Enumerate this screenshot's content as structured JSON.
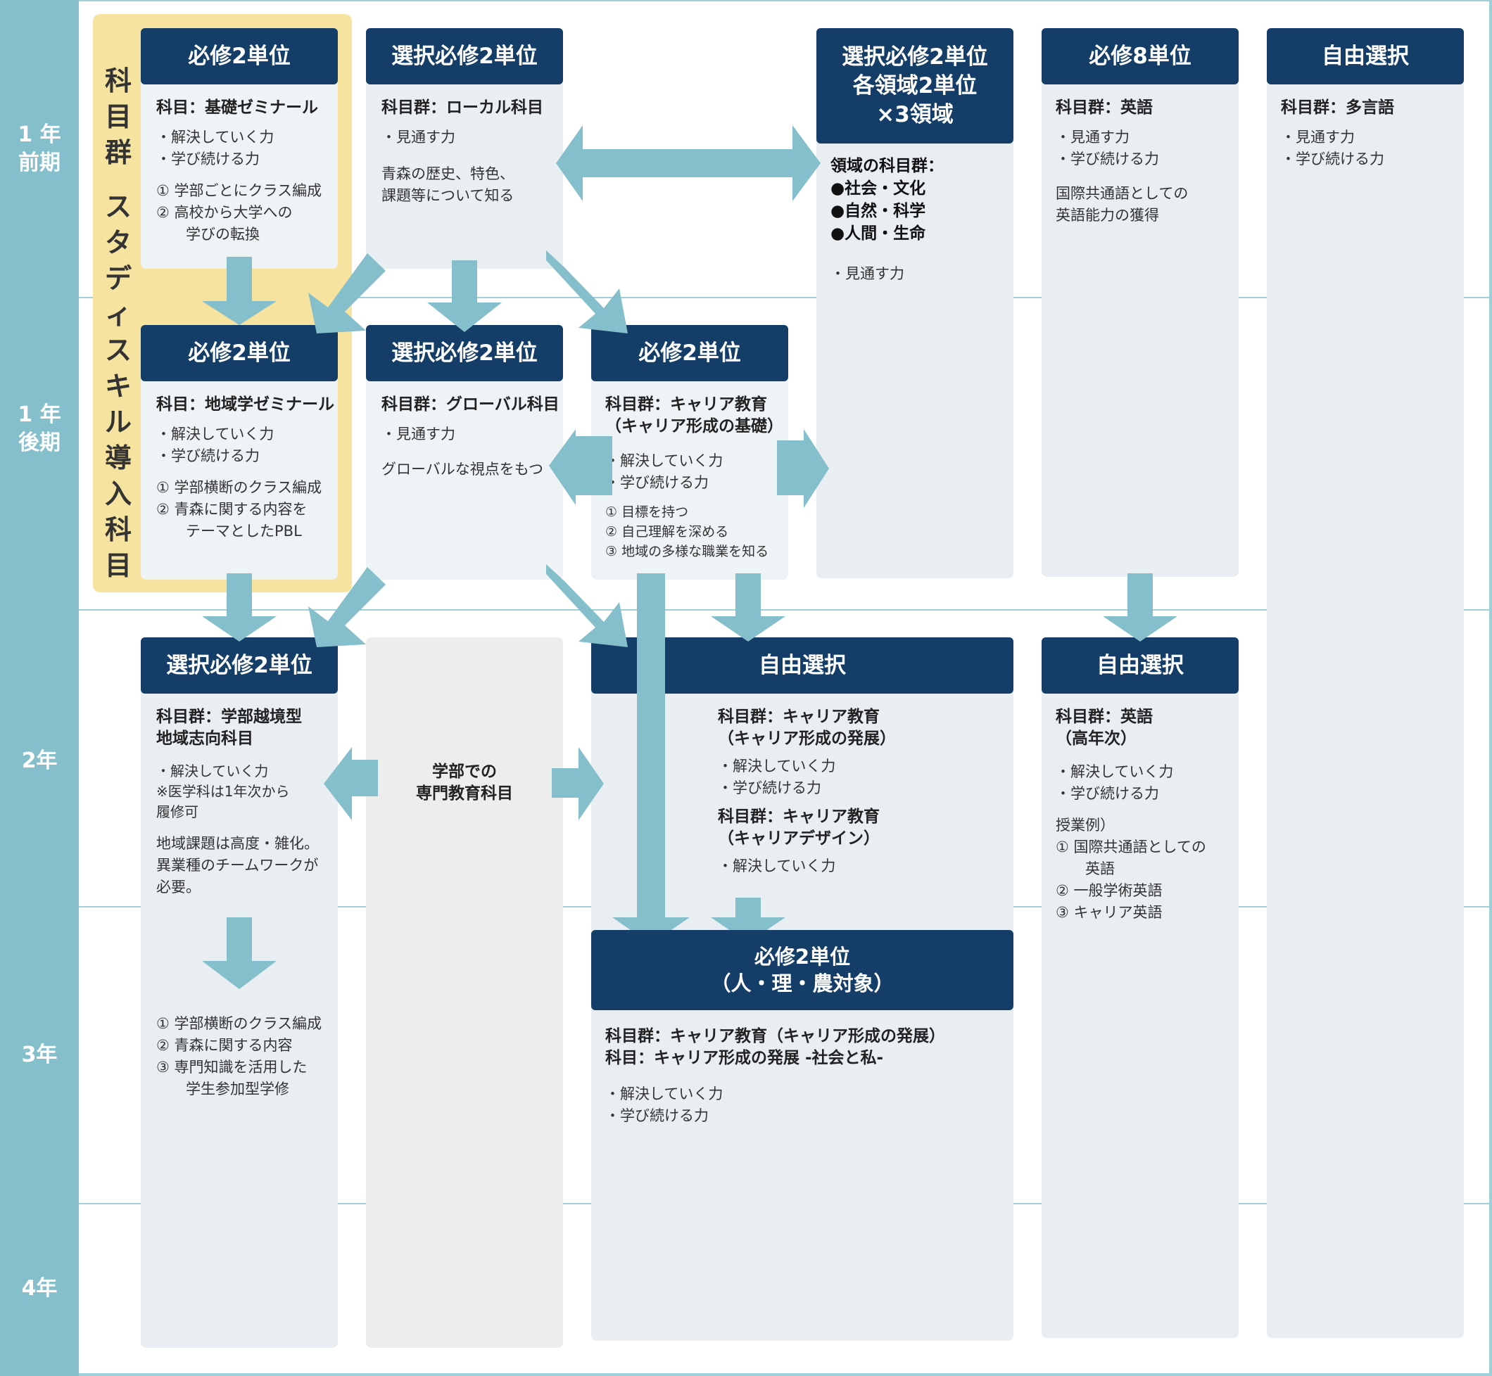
{
  "colors": {
    "year_column": "#86bfcc",
    "header_navy": "#143d67",
    "highlight_yellow": "#f6e3a0",
    "box_gray": "#e8eef2",
    "arrow": "#86bfcc"
  },
  "years": [
    "1 年\n前期",
    "1 年\n後期",
    "2年",
    "3年",
    "4年"
  ],
  "study_skill_label": "科目群 スタディスキル導入科目",
  "boxes": {
    "b1": {
      "header": "必修2単位",
      "title": "科目：基礎ゼミナール",
      "skills": "・解決していく力\n・学び続ける力",
      "notes": "① 学部ごとにクラス編成\n② 高校から大学への\n　　学びの転換"
    },
    "b2": {
      "header": "選択必修2単位",
      "title": "科目群：ローカル科目",
      "skills": "・見通す力",
      "notes": "青森の歴史、特色、\n課題等について知る"
    },
    "b3": {
      "header": "選択必修2単位\n各領域2単位\n×3領域",
      "title": "領域の科目群：\n●社会・文化\n●自然・科学\n●人間・生命",
      "skills": "・見通す力"
    },
    "b4": {
      "header": "必修8単位",
      "title": "科目群：英語",
      "skills": "・見通す力\n・学び続ける力",
      "notes": "国際共通語としての\n英語能力の獲得"
    },
    "b5": {
      "header": "自由選択",
      "title": "科目群：多言語",
      "skills": "・見通す力\n・学び続ける力"
    },
    "b6": {
      "header": "必修2単位",
      "title": "科目：地域学ゼミナール",
      "skills": "・解決していく力\n・学び続ける力",
      "notes": "① 学部横断のクラス編成\n② 青森に関する内容を\n　　テーマとしたPBL"
    },
    "b7": {
      "header": "選択必修2単位",
      "title": "科目群：グローバル科目",
      "skills": "・見通す力",
      "notes": "グローバルな視点をもつ"
    },
    "b8": {
      "header": "必修2単位",
      "title": "科目群：キャリア教育\n（キャリア形成の基礎）",
      "skills": "・解決していく力\n・学び続ける力",
      "notes": "① 目標を持つ\n② 自己理解を深める\n③ 地域の多様な職業を知る"
    },
    "b9": {
      "header": "選択必修2単位",
      "title": "科目群：学部越境型\n地域志向科目",
      "skills": "・解決していく力\n※医学科は1年次から\n履修可",
      "notes": "地域課題は高度・雑化。\n異業種のチームワークが\n必要。",
      "notes2": "① 学部横断のクラス編成\n② 青森に関する内容\n③ 専門知識を活用した\n　　学生参加型学修"
    },
    "b10": {
      "text": "学部での\n専門教育科目"
    },
    "b11": {
      "header": "自由選択",
      "title1": "科目群：キャリア教育\n（キャリア形成の発展）",
      "skills1": "・解決していく力\n・学び続ける力",
      "title2": "科目群：キャリア教育\n（キャリアデザイン）",
      "skills2": "・解決していく力"
    },
    "b12": {
      "header": "自由選択",
      "title": "科目群：英語\n（高年次）",
      "skills": "・解決していく力\n・学び続ける力",
      "notes": "授業例）\n① 国際共通語としての\n　　英語\n② 一般学術英語\n③ キャリア英語"
    },
    "b13": {
      "header": "必修2単位\n（人・理・農対象）",
      "title": "科目群：キャリア教育（キャリア形成の発展）\n科目：キャリア形成の発展 -社会と私-",
      "skills": "・解決していく力\n・学び続ける力"
    }
  }
}
